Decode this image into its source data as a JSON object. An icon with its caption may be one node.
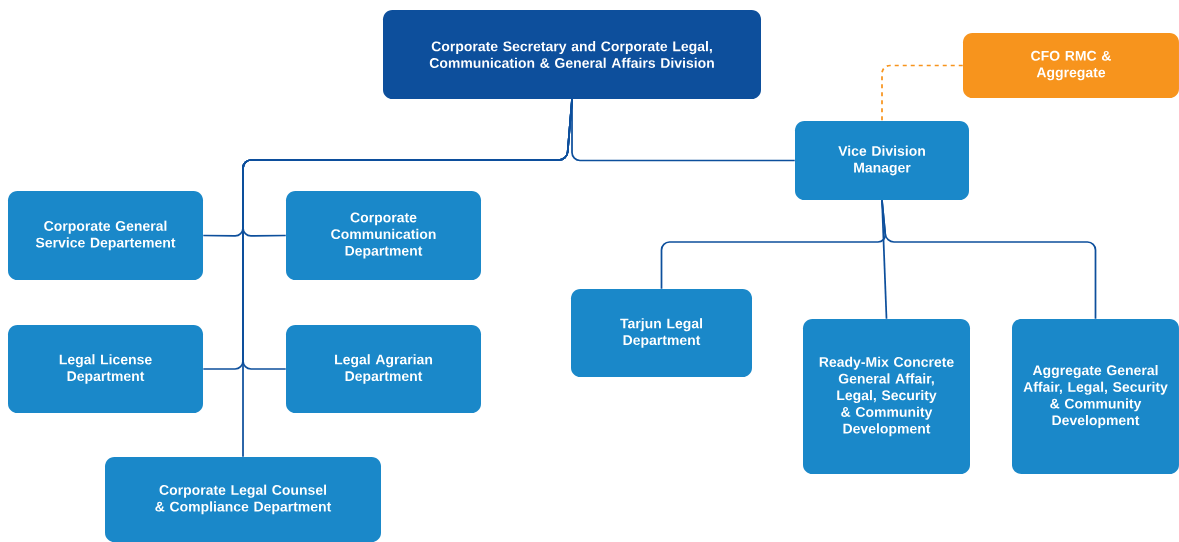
{
  "diagram": {
    "nodes": [
      {
        "text": [
          "Corporate Secretary and Corporate Legal, Communication & General Affairs Division"
        ]
      },
      {
        "text": [
          "CFO RMC & Aggregate"
        ]
      },
      {
        "text": [
          "Vice Division Manager"
        ]
      },
      {
        "text": [
          "Corporate General Service Departement"
        ]
      },
      {
        "text": [
          "Corporate Communication Department"
        ]
      },
      {
        "text": [
          "Legal License Department"
        ]
      },
      {
        "text": [
          "Legal Agrarian Department"
        ]
      },
      {
        "text": [
          "Corporate Legal Counsel & Compliance Department"
        ]
      },
      {
        "text": [
          "Tarjun Legal Department"
        ]
      },
      {
        "text": [
          "Ready-Mix Concrete General Affair, Legal, Security & Community Development"
        ]
      },
      {
        "text": [
          "Aggregate General Affair, Legal, Security & Community Development"
        ]
      }
    ],
    "edges": [
      {
        "from": 0,
        "to": 2,
        "arrow": "none"
      },
      {
        "from": 0,
        "to": 3,
        "arrow": "none"
      },
      {
        "from": 0,
        "to": 4,
        "arrow": "none"
      },
      {
        "from": 0,
        "to": 5,
        "arrow": "none"
      },
      {
        "from": 0,
        "to": 6,
        "arrow": "none"
      },
      {
        "from": 0,
        "to": 7,
        "arrow": "none"
      },
      {
        "from": 1,
        "to": 2,
        "arrow": "none",
        "style": "dashed",
        "color": "#f7941d"
      },
      {
        "from": 2,
        "to": 8,
        "arrow": "none"
      },
      {
        "from": 2,
        "to": 9,
        "arrow": "none"
      },
      {
        "from": 2,
        "to": 10,
        "arrow": "none"
      }
    ]
  }
}
